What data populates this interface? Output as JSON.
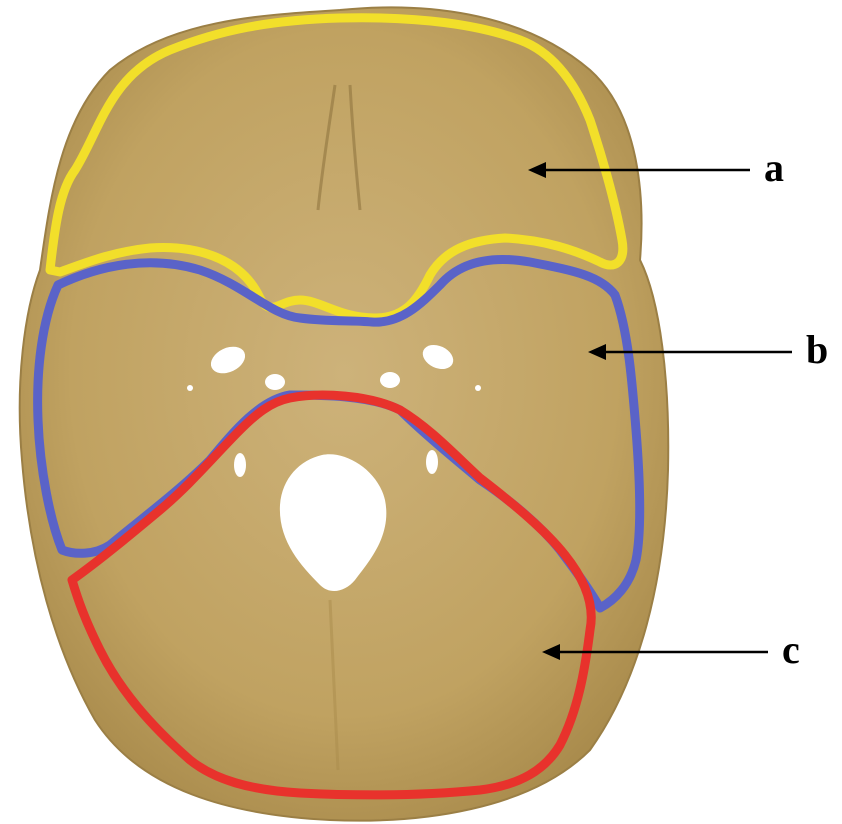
{
  "figure": {
    "subject": "skull-base-interior-view",
    "labels": {
      "a": "a",
      "b": "b",
      "c": "c"
    },
    "outline_colors": {
      "a": "#f2df2a",
      "b": "#5a63c8",
      "c": "#e8322c"
    },
    "bone_color": "#c7aa6a",
    "background": "#ffffff"
  }
}
